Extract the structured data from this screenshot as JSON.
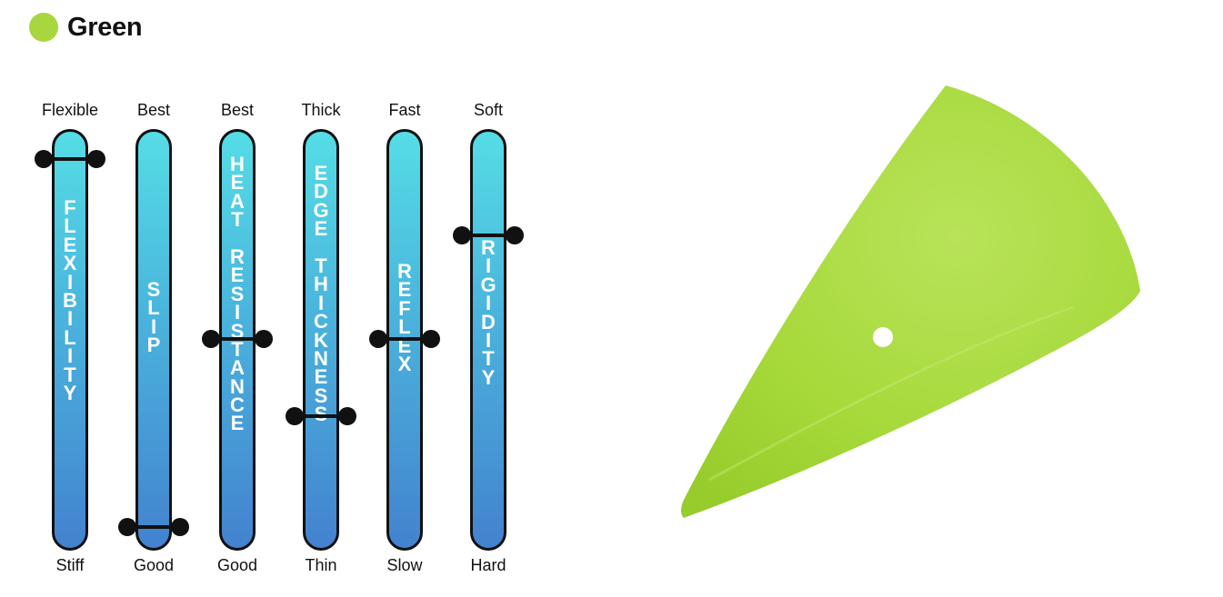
{
  "header": {
    "title": "Green",
    "dot_color": "#a8d63f"
  },
  "gauges": [
    {
      "top_label": "Flexible",
      "bottom_label": "Stiff",
      "title": "FLEXIBILITY",
      "level": 0.96
    },
    {
      "top_label": "Best",
      "bottom_label": "Good",
      "title": "SLIP",
      "level": 0.0
    },
    {
      "top_label": "Best",
      "bottom_label": "Good",
      "title": "HEAT RESISTANCE",
      "level": 0.49
    },
    {
      "top_label": "Thick",
      "bottom_label": "Thin",
      "title": "EDGE THICKNESS",
      "level": 0.29
    },
    {
      "top_label": "Fast",
      "bottom_label": "Slow",
      "title": "REFLEX",
      "level": 0.49
    },
    {
      "top_label": "Soft",
      "bottom_label": "Hard",
      "title": "RIGIDITY",
      "level": 0.76
    }
  ],
  "product": {
    "name": "green-squeegee",
    "color": "#a9dc3e"
  }
}
